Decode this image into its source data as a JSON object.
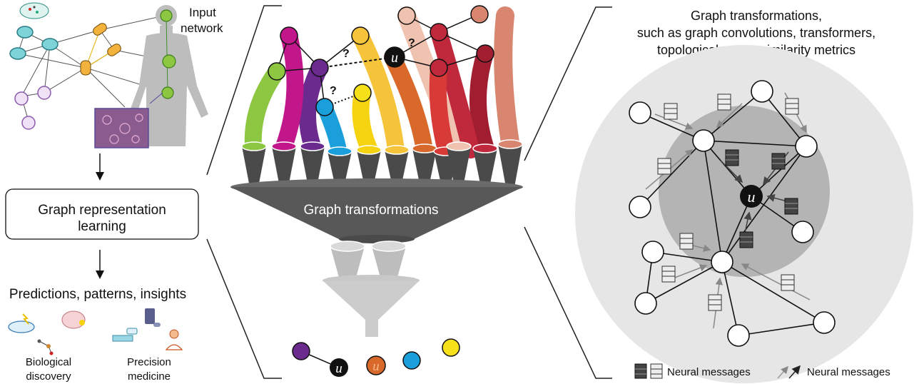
{
  "left": {
    "input_label_line1": "Input",
    "input_label_line2": "network",
    "grl_label_line1": "Graph representation",
    "grl_label_line2": "learning",
    "outputs_heading": "Predictions, patterns, insights",
    "bio_line1": "Biological",
    "bio_line2": "discovery",
    "prec_line1": "Precision",
    "prec_line2": "medicine"
  },
  "center": {
    "funnel_label": "Graph transformations",
    "question_mark": "?",
    "u_label": "u"
  },
  "right": {
    "title_line1": "Graph transformations,",
    "title_line2": "such as graph convolutions, transformers,",
    "title_line3": "topological maps, similarity metrics",
    "u_label": "u",
    "legend_messages_1": "Neural messages",
    "legend_messages_2": "Neural messages"
  },
  "colors": {
    "green": "#8dc640",
    "magenta": "#c2178a",
    "purple": "#6a2a8e",
    "blue": "#1a9fdb",
    "yellow": "#f6d310",
    "orange": "#d8692a",
    "peach": "#f0c2b0",
    "crimson": "#c0283c",
    "darkred": "#a01e30",
    "salmon": "#d98671",
    "funnel_dark": "#4a4a4a",
    "funnel_mid": "#6a6a6a",
    "funnel_light": "#bdbdbd",
    "outer_circle": "#e6e6e6",
    "inner_circle": "#b4b4b4"
  }
}
